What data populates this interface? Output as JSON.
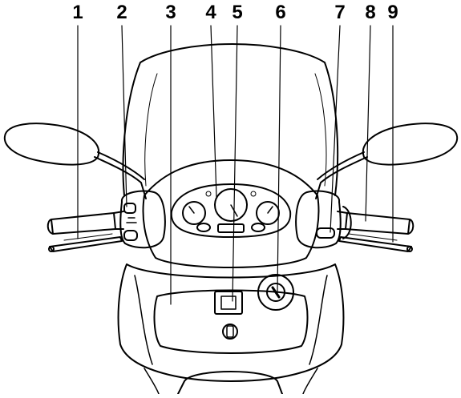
{
  "figure": {
    "callouts": [
      {
        "label": "1"
      },
      {
        "label": "2"
      },
      {
        "label": "3"
      },
      {
        "label": "4"
      },
      {
        "label": "5"
      },
      {
        "label": "6"
      },
      {
        "label": "7"
      },
      {
        "label": "8"
      },
      {
        "label": "9"
      }
    ]
  }
}
